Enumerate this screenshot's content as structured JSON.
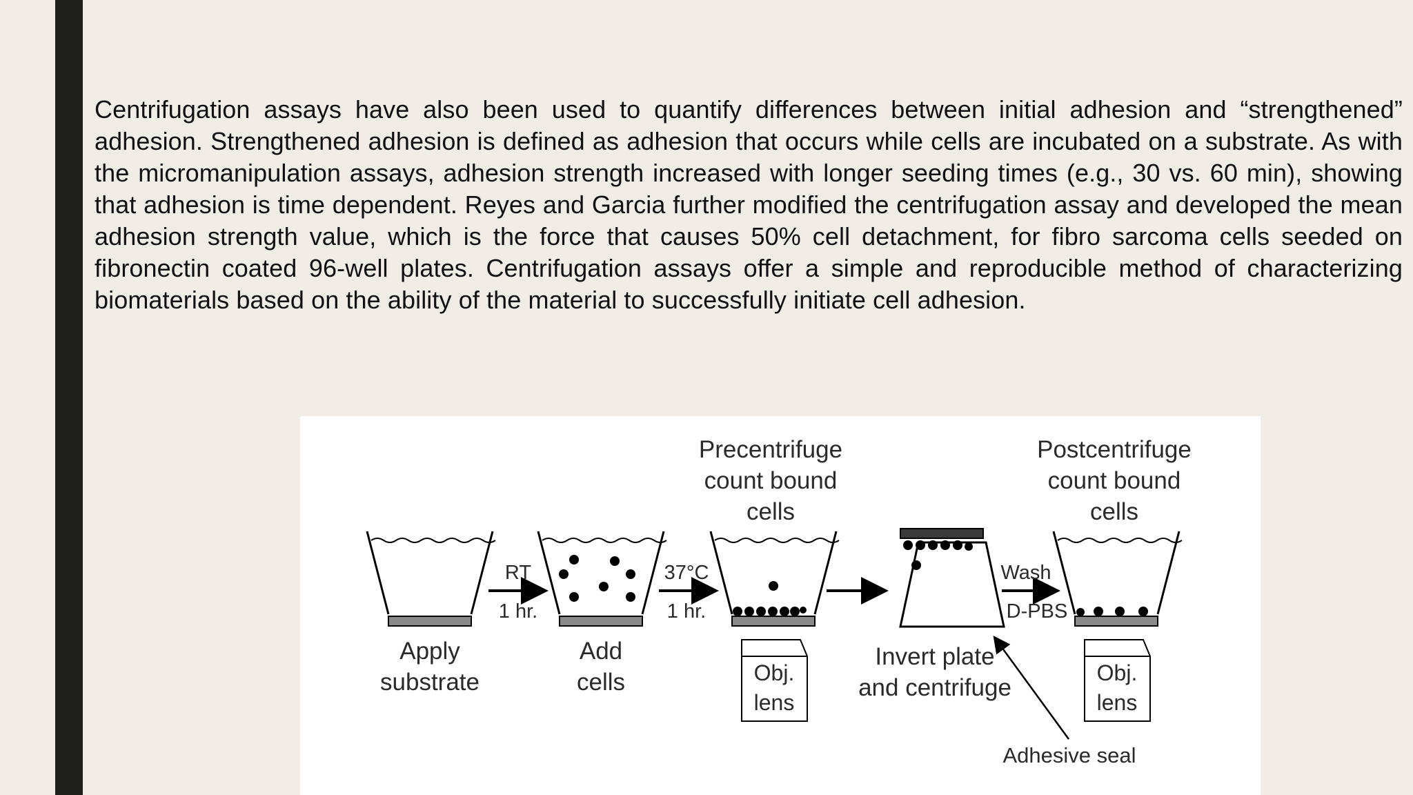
{
  "slide": {
    "paragraph": "Centrifugation assays have also been used to quantify differences between initial adhesion and “strengthened” adhesion. Strengthened adhesion is defined as adhesion that occurs while cells are incubated on a substrate. As with the micromanipulation assays, adhesion strength increased with longer seeding times (e.g., 30 vs. 60 min), showing that adhesion is time dependent. Reyes and Garcia further modified the centrifugation assay and developed the mean adhesion strength value, which is the force that causes 50% cell detachment, for fibro sarcoma cells seeded on fibronectin coated 96-well plates. Centrifugation assays offer a simple and reproducible method of characterizing biomaterials based on the ability of the material to successfully initiate cell adhesion."
  },
  "figure": {
    "top_labels": {
      "pre_line1": "Precentrifuge",
      "pre_line2": "count bound",
      "pre_line3": "cells",
      "post_line1": "Postcentrifuge",
      "post_line2": "count bound",
      "post_line3": "cells"
    },
    "arrows": {
      "a1_top": "RT",
      "a1_bottom": "1 hr.",
      "a2_top": "37°C",
      "a2_bottom": "1 hr.",
      "a4_top": "Wash",
      "a4_bottom": "D-PBS"
    },
    "step_labels": {
      "s1_line1": "Apply",
      "s1_line2": "substrate",
      "s2_line1": "Add",
      "s2_line2": "cells",
      "s4_line1": "Invert plate",
      "s4_line2": "and centrifuge"
    },
    "lens": {
      "line1": "Obj.",
      "line2": "lens"
    },
    "seal_label": "Adhesive seal"
  }
}
